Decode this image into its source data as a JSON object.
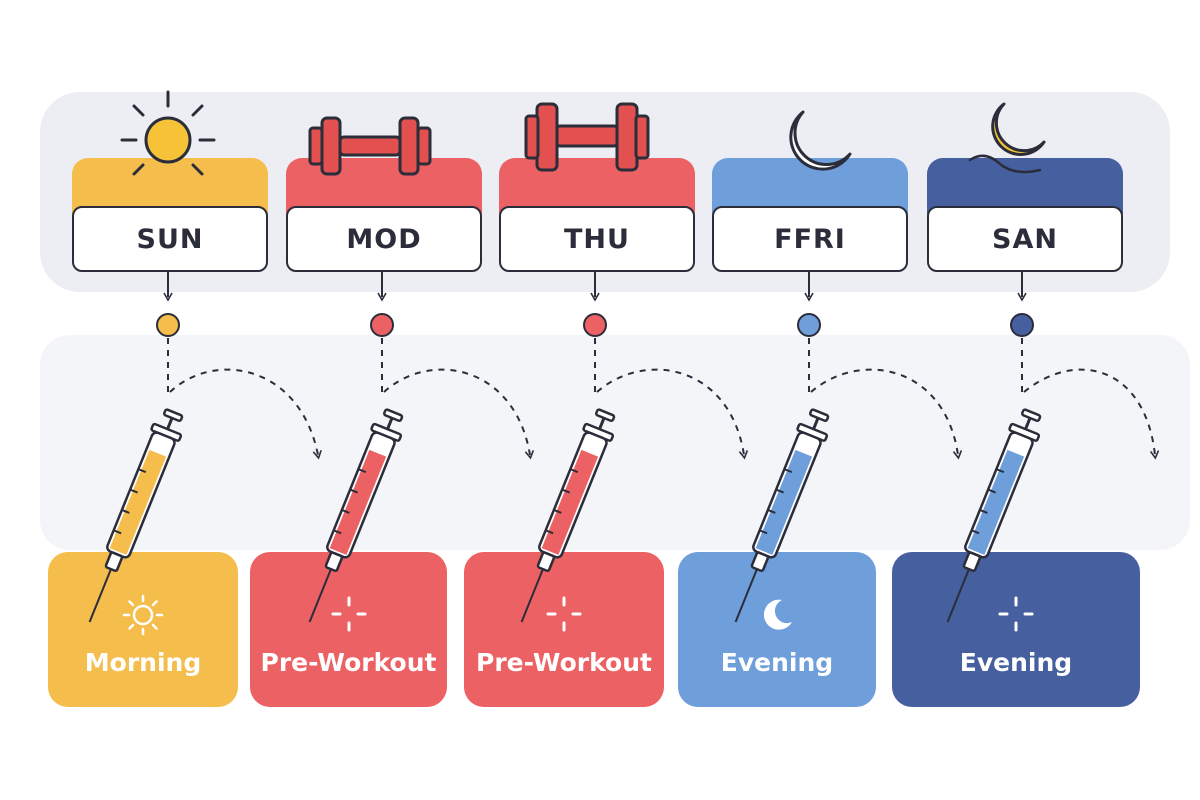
{
  "colors": {
    "yellow": "#f4bd4c",
    "red": "#ec6163",
    "light_blue": "#6e9fdb",
    "dark_blue": "#465f9f",
    "line": "#2b2d3a"
  },
  "days": [
    {
      "label": "SUN",
      "header_icon": "sun-icon",
      "color": "#f4bd4c"
    },
    {
      "label": "MOD",
      "header_icon": "dumbbell-icon",
      "color": "#ec6163"
    },
    {
      "label": "THU",
      "header_icon": "dumbbell-icon",
      "color": "#ec6163"
    },
    {
      "label": "FFRI",
      "header_icon": "moon-icon",
      "color": "#6e9fdb"
    },
    {
      "label": "SAN",
      "header_icon": "moon-icon",
      "color": "#465f9f"
    }
  ],
  "timings": [
    {
      "label": "Morning",
      "icon": "sun-icon",
      "color": "#f4bd4c"
    },
    {
      "label": "Pre-Workout",
      "icon": "sparkle-icon",
      "color": "#ec6163"
    },
    {
      "label": "Pre-Workout",
      "icon": "sparkle-icon",
      "color": "#ec6163"
    },
    {
      "label": "Evening",
      "icon": "moon-icon",
      "color": "#6e9fdb"
    },
    {
      "label": "Evening",
      "icon": "sparkle-icon",
      "color": "#465f9f"
    }
  ]
}
